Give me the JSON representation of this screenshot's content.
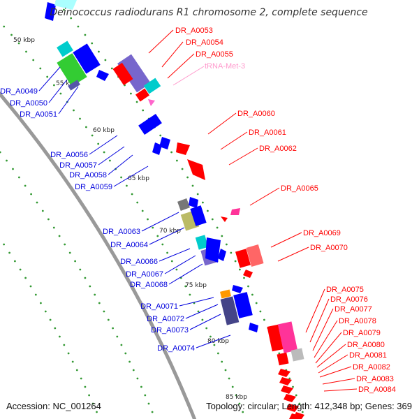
{
  "title": "Deinococcus radiodurans R1 chromosome 2, complete sequence",
  "footer": {
    "accession": "Accession: NC_001264",
    "topology": "Topology: circular; Length: 412,348 bp; Genes: 369"
  },
  "colors": {
    "forward_label": "#ff0000",
    "reverse_label": "#0000dd",
    "trna_label": "#ff99cc",
    "backbone": "#999999",
    "dots": "#339933"
  },
  "tick_labels": [
    "50 kbp",
    "55 kbp",
    "60 kbp",
    "65 kbp",
    "70 kbp",
    "75 kbp",
    "80 kbp",
    "85 kbp"
  ],
  "forward_labels": [
    "DR_A0053",
    "DR_A0054",
    "DR_A0055",
    "tRNA-Met-3",
    "DR_A0060",
    "DR_A0061",
    "DR_A0062",
    "DR_A0065",
    "DR_A0069",
    "DR_A0070",
    "DR_A0075",
    "DR_A0076",
    "DR_A0077",
    "DR_A0078",
    "DR_A0079",
    "DR_A0080",
    "DR_A0081",
    "DR_A0082",
    "DR_A0083",
    "DR_A0084"
  ],
  "reverse_labels": [
    "DR_A0049",
    "DR_A0050",
    "DR_A0051",
    "DR_A0056",
    "DR_A0057",
    "DR_A0058",
    "DR_A0059",
    "DR_A0063",
    "DR_A0064",
    "DR_A0066",
    "DR_A0067",
    "DR_A0068",
    "DR_A0071",
    "DR_A0072",
    "DR_A0073",
    "DR_A0074"
  ]
}
